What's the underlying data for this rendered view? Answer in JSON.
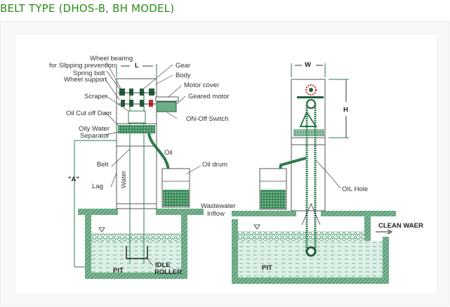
{
  "page": {
    "title": "BELT TYPE (DHOS-B, BH MODEL)"
  },
  "left_diagram": {
    "dimension_label": "L",
    "height_label": "\"A\"",
    "labels": {
      "wheel_bearing": "Wheel bearing",
      "slipping": "for Sllpping prevention",
      "spring_bolt": "Spring bolt",
      "wheel_support": "Wheel support",
      "scraper": "Scraper",
      "oil_cut_off_dam": "Oil Cut off Dam",
      "oily_water": "Oily Water",
      "separator": "Separator",
      "belt": "Belt",
      "lag": "Lag",
      "water": "Water",
      "gear": "Gear",
      "body": "Body",
      "motor_cover": "Motor cover",
      "geared_motor": "Geared motor",
      "on_off_switch": "ON-Off Switch",
      "oil": "Oil",
      "oil_drum": "Oil drum",
      "wastewater": "Wastewater",
      "inflow": "Inflow",
      "idle": "IDLE",
      "roller": "ROLLER",
      "pit": "PIT"
    }
  },
  "right_diagram": {
    "width_label": "W",
    "height_label": "H",
    "labels": {
      "oil_hole": "OIL Hole",
      "clean_water": "CLEAN WAER",
      "pit": "PIT"
    }
  },
  "colors": {
    "title": "#2e8b1e",
    "green_dark": "#1f6b3a",
    "green_fill": "#5fa57a",
    "water": "#dcefe6",
    "line": "#555555"
  }
}
